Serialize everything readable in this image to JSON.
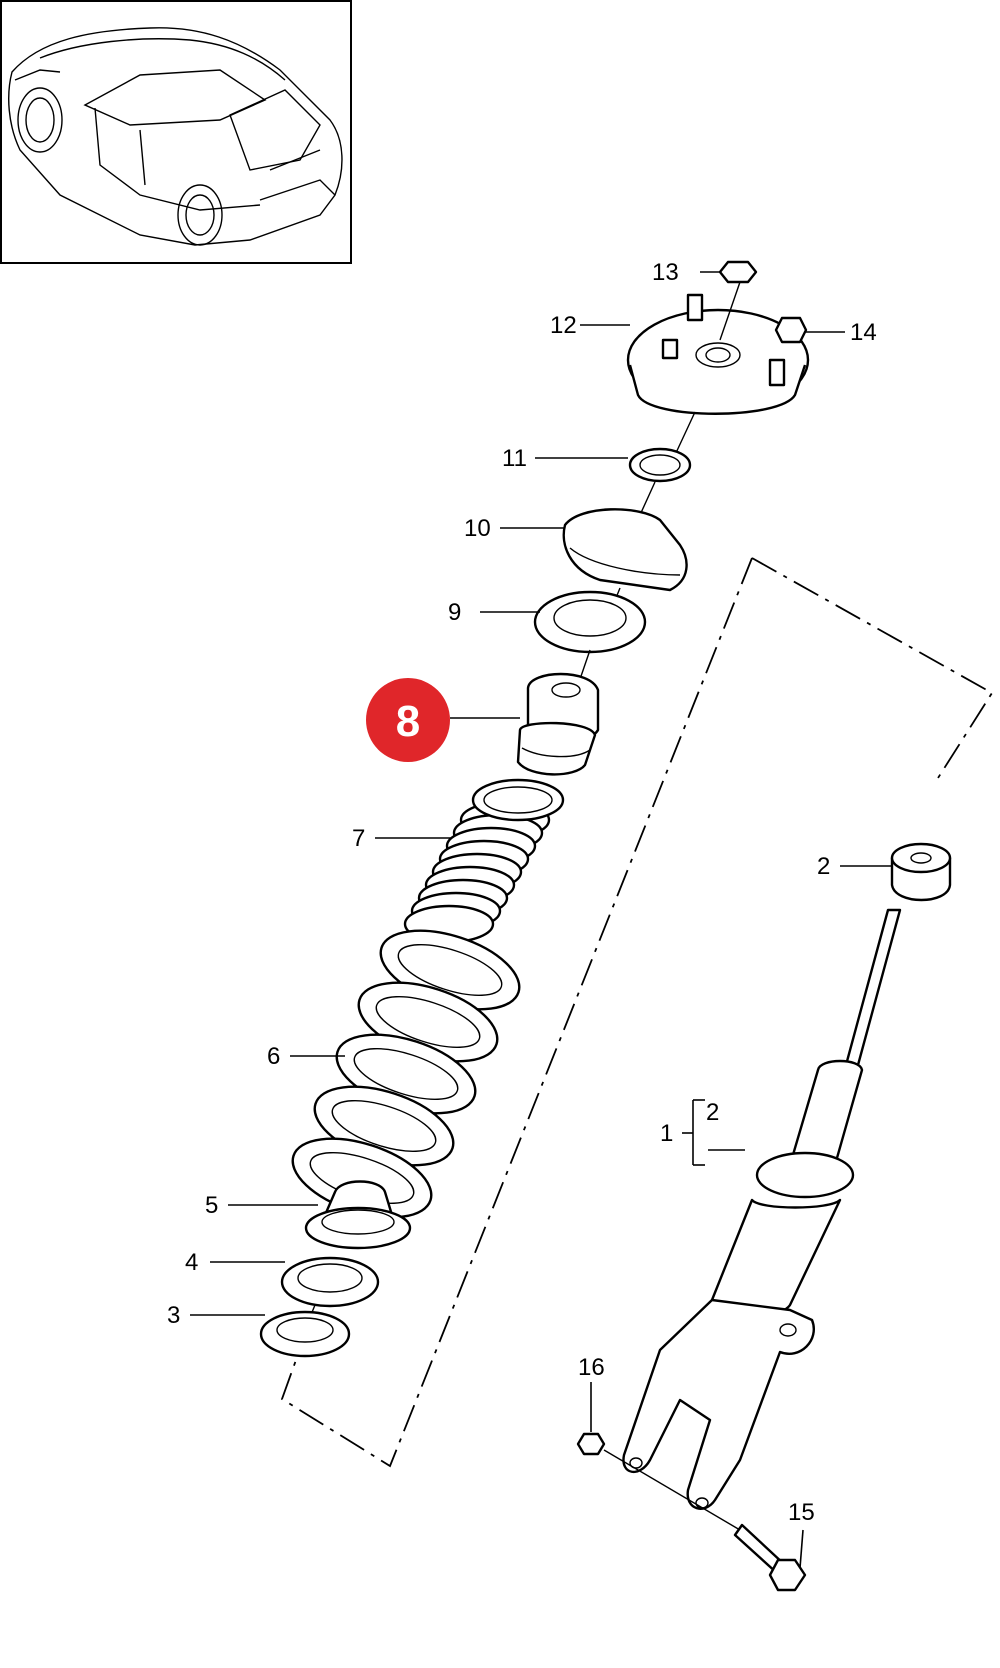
{
  "callouts": {
    "c1": "1",
    "c2a": "2",
    "c2b": "2",
    "c3": "3",
    "c4": "4",
    "c5": "5",
    "c6": "6",
    "c7": "7",
    "c8": "8",
    "c9": "9",
    "c10": "10",
    "c11": "11",
    "c12": "12",
    "c13": "13",
    "c14": "14",
    "c15": "15",
    "c16": "16"
  },
  "colors": {
    "highlight": "#e0262a",
    "line": "#000000",
    "background": "#ffffff"
  },
  "icons": {
    "thumbnail": "car-thumbnail-icon"
  }
}
